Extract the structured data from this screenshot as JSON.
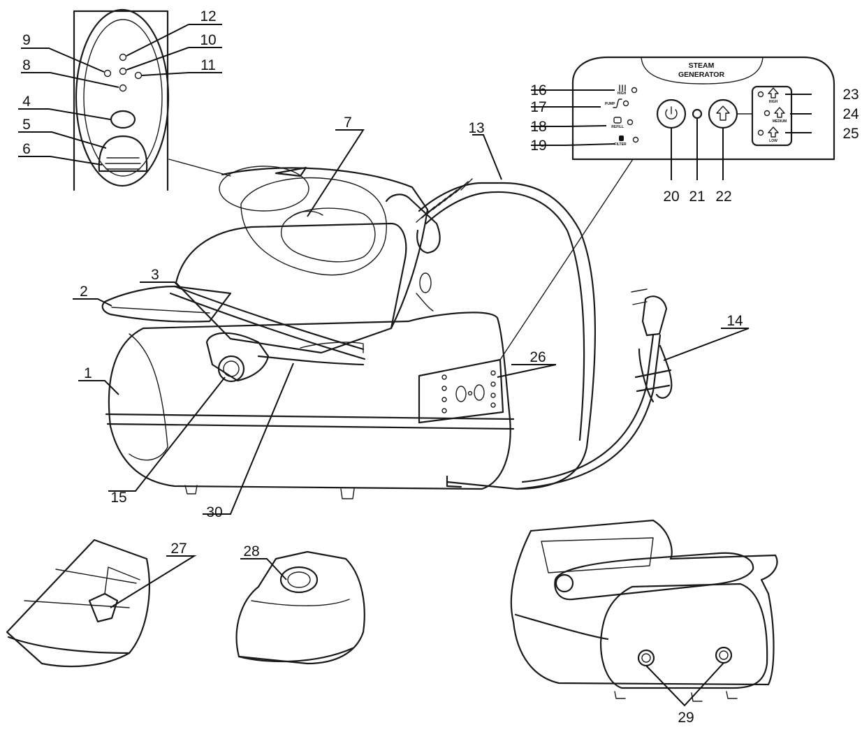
{
  "panel": {
    "title_line1": "STEAM",
    "title_line2": "GENERATOR",
    "tags": {
      "high_temp": "HIGH",
      "pump": "PUMP",
      "refill": "REFILL",
      "filter": "FILTER",
      "steam_high": "HIGH",
      "steam_medium": "MEDIUM",
      "steam_low": "LOW"
    }
  },
  "icons": [
    "power-icon",
    "steam-icon",
    "temperature-icon",
    "pump-icon",
    "refill-icon",
    "filter-icon"
  ],
  "labels": {
    "l1": "1",
    "l2": "2",
    "l3": "3",
    "l4": "4",
    "l5": "5",
    "l6": "6",
    "l7": "7",
    "l8": "8",
    "l9": "9",
    "l10": "10",
    "l11": "11",
    "l12": "12",
    "l13": "13",
    "l14": "14",
    "l15": "15",
    "l16": "16",
    "l17": "17",
    "l18": "18",
    "l19": "19",
    "l20": "20",
    "l21": "21",
    "l22": "22",
    "l23": "23",
    "l24": "24",
    "l25": "25",
    "l26": "26",
    "l27": "27",
    "l28": "28",
    "l29": "29",
    "l30": "30"
  }
}
